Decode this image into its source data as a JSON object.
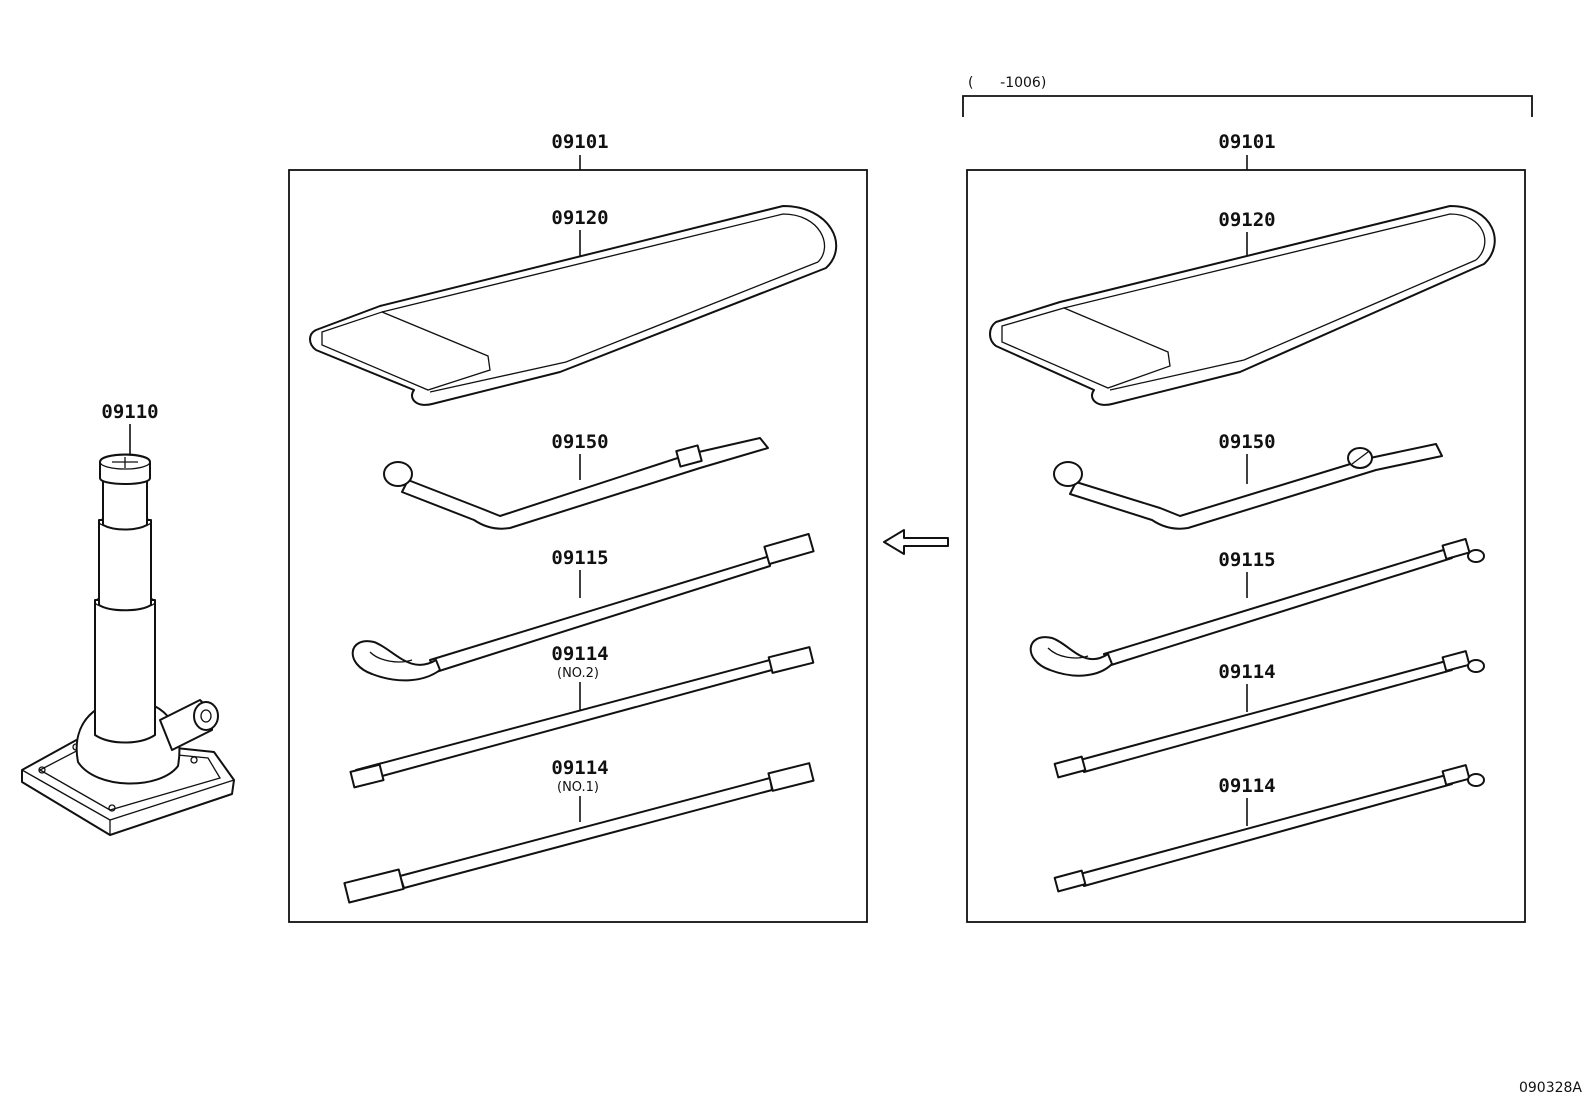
{
  "jack": {
    "part_no": "09110"
  },
  "left_set": {
    "set_no": "09101",
    "bag": "09120",
    "handle": "09150",
    "hook_bar": "09115",
    "ext2": "09114",
    "ext2_note": "(NO.2)",
    "ext1": "09114",
    "ext1_note": "(NO.1)"
  },
  "right_set": {
    "range_note": "(      -1006)",
    "set_no": "09101",
    "bag": "09120",
    "handle": "09150",
    "hook_bar": "09115",
    "ext_a": "09114",
    "ext_b": "09114"
  },
  "figure_id": "090328A"
}
